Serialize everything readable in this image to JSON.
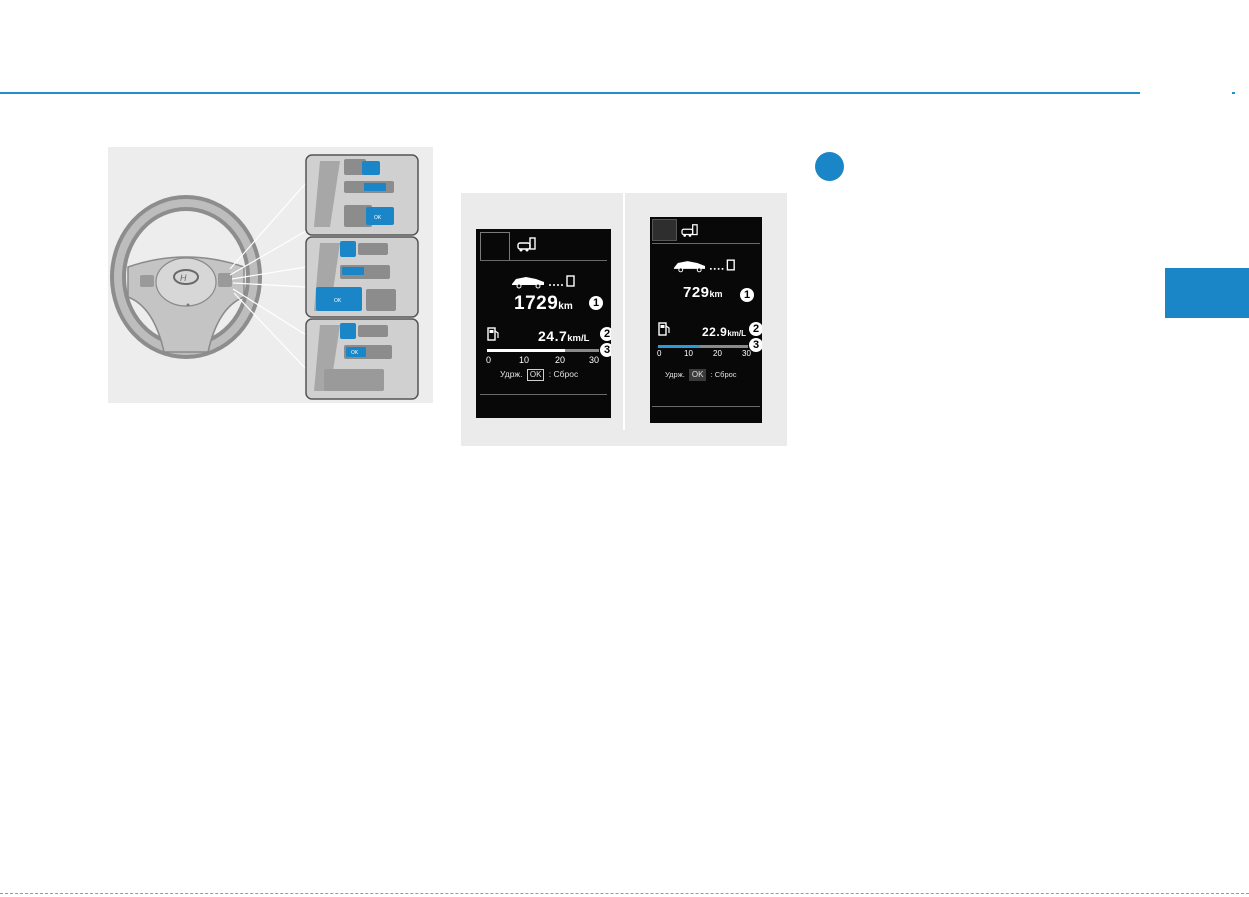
{
  "accent_color": "#1a86c8",
  "steering_figure": {
    "steering_logo": "hyundai-logo",
    "button_icons": [
      "trip-info-button-icon",
      "scroll-switch-icon",
      "ok-button-icon"
    ],
    "ok_label": "OK"
  },
  "cluster_a": {
    "range_value": "1729",
    "range_unit": "km",
    "economy_value": "24.7",
    "economy_unit": "km/L",
    "bar_level": 0.7,
    "bar_color": "#ffffff",
    "scale_ticks": [
      "0",
      "10",
      "20",
      "30"
    ],
    "hint_prefix": "Удрж.",
    "hint_key": "OK",
    "hint_suffix": ": Сброс",
    "callouts": [
      "1",
      "2",
      "3"
    ]
  },
  "cluster_b": {
    "range_value": "729",
    "range_unit": "km",
    "economy_value": "22.9",
    "economy_unit": "km/L",
    "bar_level": 0.47,
    "bar_color": "#2a9ad8",
    "scale_ticks": [
      "0",
      "10",
      "20",
      "30"
    ],
    "hint_prefix": "Удрж.",
    "hint_key": "OK",
    "hint_suffix": ": Сброс",
    "callouts": [
      "1",
      "2",
      "3"
    ]
  }
}
